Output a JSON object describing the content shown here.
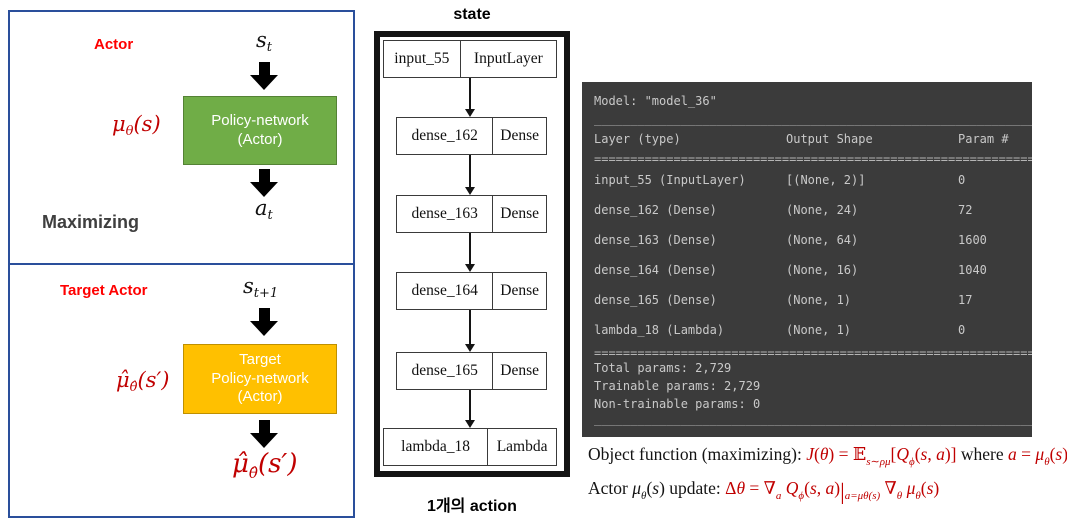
{
  "left_diagrams": {
    "actor": {
      "title": "Actor",
      "input_base": "s",
      "input_sub": "t",
      "box_lines": [
        "Policy-network",
        "(Actor)"
      ],
      "side_mu": "μ",
      "side_mu_sub": "θ",
      "side_mu_args": "(s)",
      "output_base": "a",
      "output_sub": "t",
      "caption": "Maximizing"
    },
    "target_actor": {
      "title": "Target Actor",
      "input_base": "s",
      "input_sub": "t+1",
      "box_lines": [
        "Target",
        "Policy-network",
        "(Actor)"
      ],
      "side_mu": "μ̂",
      "side_mu_sub": "θ̂",
      "side_mu_args": "(s′)",
      "output_mu": "μ̂",
      "output_mu_sub": "θ̂",
      "output_mu_args": "(s′)"
    }
  },
  "keras_diagram": {
    "state_label": "state",
    "action_label": "1개의 action",
    "nodes": [
      {
        "name": "input_55",
        "type": "InputLayer"
      },
      {
        "name": "dense_162",
        "type": "Dense"
      },
      {
        "name": "dense_163",
        "type": "Dense"
      },
      {
        "name": "dense_164",
        "type": "Dense"
      },
      {
        "name": "dense_165",
        "type": "Dense"
      },
      {
        "name": "lambda_18",
        "type": "Lambda"
      }
    ]
  },
  "terminal": {
    "model_line": "Model: \"model_36\"",
    "sep_underscore": "________________________________________________________________",
    "sep_double": "================================================================",
    "header": {
      "layer": "Layer (type)",
      "output": "Output Shape",
      "param": "Param #"
    },
    "rows": [
      {
        "layer": "input_55 (InputLayer)",
        "output": "[(None, 2)]",
        "param": "0"
      },
      {
        "layer": "dense_162 (Dense)",
        "output": "(None, 24)",
        "param": "72"
      },
      {
        "layer": "dense_163 (Dense)",
        "output": "(None, 64)",
        "param": "1600"
      },
      {
        "layer": "dense_164 (Dense)",
        "output": "(None, 16)",
        "param": "1040"
      },
      {
        "layer": "dense_165 (Dense)",
        "output": "(None, 1)",
        "param": "17"
      },
      {
        "layer": "lambda_18 (Lambda)",
        "output": "(None, 1)",
        "param": "0"
      }
    ],
    "totals": [
      "Total params: 2,729",
      "Trainable params: 2,729",
      "Non-trainable params: 0"
    ]
  },
  "formulas": {
    "lines": [
      [
        {
          "t": "Object function (maximizing): ",
          "c": "k"
        },
        {
          "t": "J",
          "c": "r",
          "it": true
        },
        {
          "t": "(",
          "c": "r"
        },
        {
          "t": "θ",
          "c": "r",
          "it": true
        },
        {
          "t": ") = ",
          "c": "r"
        },
        {
          "t": "𝔼",
          "c": "r"
        },
        {
          "t": "s∼ρμ",
          "c": "r",
          "sub": true,
          "it": true
        },
        {
          "t": "[",
          "c": "r"
        },
        {
          "t": "Q",
          "c": "r",
          "it": true
        },
        {
          "t": "ϕ",
          "c": "r",
          "sub": true,
          "it": true
        },
        {
          "t": "(",
          "c": "r"
        },
        {
          "t": "s",
          "c": "r",
          "it": true
        },
        {
          "t": ", ",
          "c": "r"
        },
        {
          "t": "a",
          "c": "r",
          "it": true
        },
        {
          "t": ")]",
          "c": "r"
        },
        {
          "t": " where ",
          "c": "k"
        },
        {
          "t": "a",
          "c": "r",
          "it": true
        },
        {
          "t": " = ",
          "c": "r"
        },
        {
          "t": "μ",
          "c": "r",
          "it": true
        },
        {
          "t": "θ",
          "c": "r",
          "sub": true,
          "it": true
        },
        {
          "t": "(",
          "c": "r"
        },
        {
          "t": "s",
          "c": "r",
          "it": true
        },
        {
          "t": ")",
          "c": "r"
        }
      ],
      [
        {
          "t": "Actor ",
          "c": "k"
        },
        {
          "t": "μ",
          "c": "k",
          "it": true
        },
        {
          "t": "θ",
          "c": "k",
          "sub": true,
          "it": true
        },
        {
          "t": "(",
          "c": "k"
        },
        {
          "t": "s",
          "c": "k",
          "it": true
        },
        {
          "t": ") update: ",
          "c": "k"
        },
        {
          "t": "Δ",
          "c": "r"
        },
        {
          "t": "θ",
          "c": "r",
          "it": true
        },
        {
          "t": " = ",
          "c": "r"
        },
        {
          "t": "∇",
          "c": "r"
        },
        {
          "t": "a",
          "c": "r",
          "sub": true,
          "it": true
        },
        {
          "t": " Q",
          "c": "r",
          "it": true
        },
        {
          "t": "ϕ",
          "c": "r",
          "sub": true,
          "it": true
        },
        {
          "t": "(",
          "c": "r"
        },
        {
          "t": "s",
          "c": "r",
          "it": true
        },
        {
          "t": ", ",
          "c": "r"
        },
        {
          "t": "a",
          "c": "r",
          "it": true
        },
        {
          "t": ")",
          "c": "r"
        },
        {
          "t": "|",
          "c": "r",
          "bar": true
        },
        {
          "t": "a=μθ(s)",
          "c": "r",
          "sub": true,
          "it": true
        },
        {
          "t": " ∇",
          "c": "r"
        },
        {
          "t": "θ",
          "c": "r",
          "sub": true,
          "it": true
        },
        {
          "t": " μ",
          "c": "r",
          "it": true
        },
        {
          "t": "θ",
          "c": "r",
          "sub": true,
          "it": true
        },
        {
          "t": "(",
          "c": "r"
        },
        {
          "t": "s",
          "c": "r",
          "it": true
        },
        {
          "t": ")",
          "c": "r"
        }
      ]
    ]
  },
  "colors": {
    "panel_border": "#2a4f9b",
    "policy_box_green": "#70ad47",
    "target_box_gold": "#ffc000",
    "title_red": "#ff0000",
    "math_red": "#c00000",
    "terminal_bg": "#3b3b3b",
    "terminal_text": "#c9c9c9"
  }
}
